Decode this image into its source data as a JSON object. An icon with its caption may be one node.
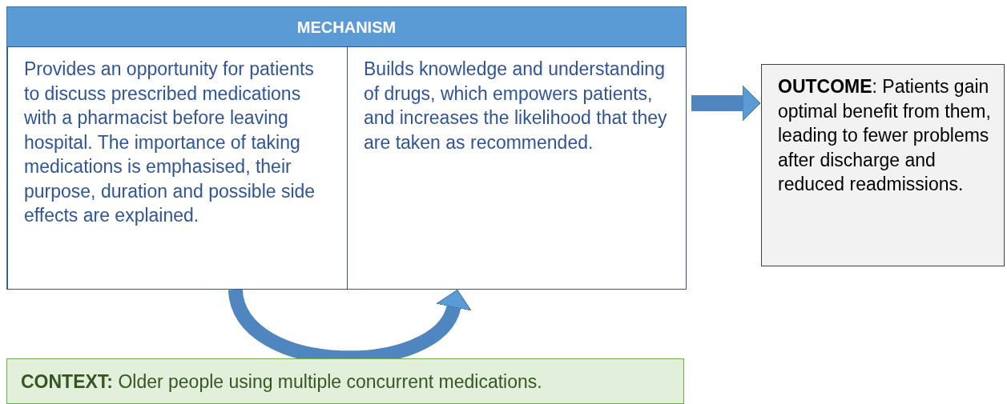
{
  "diagram": {
    "nodes": [
      {
        "text": [
          "MECHANISM"
        ]
      },
      {
        "text": [
          "Provides an opportunity for patients to discuss prescribed medications with a pharmacist before leaving hospital.  The importance of taking medications is emphasised, their purpose, duration and possible side effects are explained."
        ],
        "in": 0
      },
      {
        "text": [
          "Builds knowledge and understanding of drugs, which empowers patients, and increases the likelihood that they are taken as recommended."
        ],
        "in": 0
      },
      {
        "text": [
          "**OUTCOME**: Patients gain optimal benefit from them, leading to fewer problems after discharge and reduced readmissions."
        ]
      },
      {
        "text": [
          "**CONTEXT:** Older people using multiple concurrent medications."
        ]
      }
    ],
    "edges": [
      {
        "from": 1,
        "to": 2,
        "arrow": "to"
      },
      {
        "from": 0,
        "to": 3,
        "arrow": "to"
      }
    ]
  }
}
